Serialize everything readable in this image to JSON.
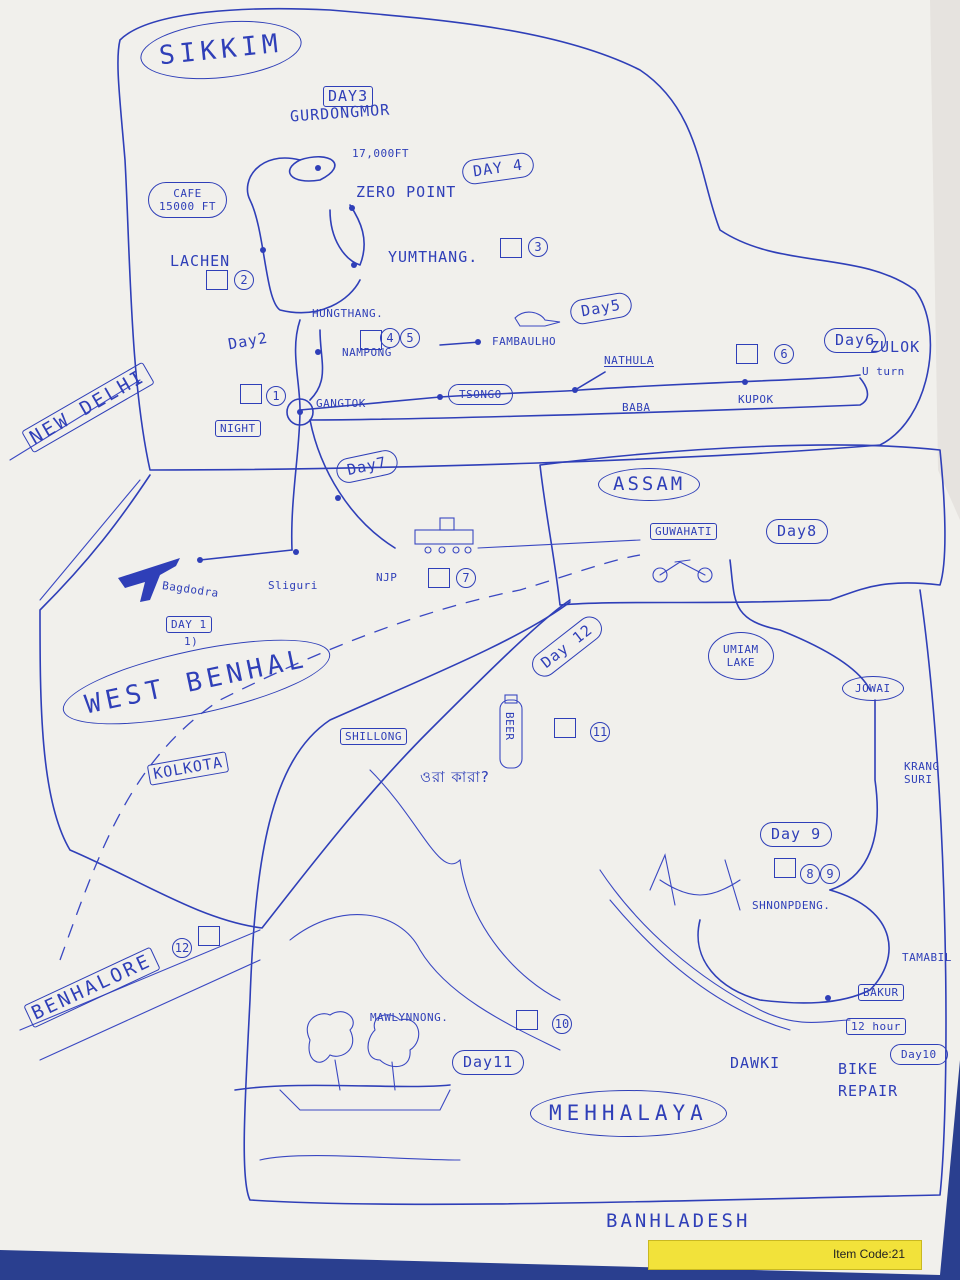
{
  "regions": {
    "sikkim": "SIKKIM",
    "assam": "ASSAM",
    "west_bengal": "WEST BENHAL",
    "meghalaya": "MEHHALAYA",
    "bangladesh": "BANHLADESH",
    "new_delhi": "NEW DELHI",
    "kolkota": "KOLKOTA",
    "benhalore": "BENHALORE"
  },
  "places": {
    "gurdongmor": "GURDONGMOR",
    "altitude": "17,000FT",
    "cafe": "CAFE\n15000 FT",
    "zero_point": "ZERO POINT",
    "yumthang": "YUMTHANG.",
    "lachen": "LACHEN",
    "hungthang": "HUNGTHANG.",
    "nampong": "NAMPONG",
    "fambaulho": "FAMBAULHO",
    "nathula": "NATHULA",
    "zulok": "ZULOK",
    "u_turn": "U turn",
    "gangtok": "GANGTOK",
    "night": "NIGHT",
    "tsongo": "TSONGO",
    "baba": "BABA",
    "kupok": "KUPOK",
    "bagdodra": "Bagdodra",
    "siliguri": "Sliguri",
    "njp": "NJP",
    "guwahati": "GUWAHATI",
    "umiam_lake": "UMIAM\nLAKE",
    "jowai": "JOWAI",
    "krang_suri": "KRANG\nSURI",
    "shillong": "SHILLONG",
    "beer": "BEER",
    "bengali_note": "ওরা কারা?",
    "shnongpdeng": "SHNONPDENG.",
    "tamabil": "TAMABIL",
    "bakur": "BAKUR",
    "hours": "12 hour",
    "dawki": "DAWKI",
    "bike_repair": "BIKE\nREPAIR",
    "mawlynnong": "MAWLYNNONG."
  },
  "days": {
    "day1": "DAY 1",
    "day1_sub": "1)",
    "day2": "Day2",
    "day3": "DAY3",
    "day4": "DAY 4",
    "day5": "Day5",
    "day6": "Day6",
    "day7": "Day7",
    "day8": "Day8",
    "day9": "Day 9",
    "day10": "Day10",
    "day11": "Day11",
    "day12": "Day 12"
  },
  "stay_numbers": {
    "lachen": "2",
    "yumthang": "3",
    "nampong_a": "4",
    "nampong_b": "5",
    "zulok": "6",
    "gangtok": "1",
    "njp": "7",
    "shillong": "11",
    "shnongpdeng_a": "8",
    "shnongpdeng_b": "9",
    "mawlynnong": "10",
    "benhalore": "12"
  },
  "footer": {
    "item_code": "Item Code:21"
  },
  "colors": {
    "ink": "#2f3fb8",
    "paper": "#f1f0ec",
    "background": "#2a3f8f",
    "tag": "#f2e23a"
  }
}
